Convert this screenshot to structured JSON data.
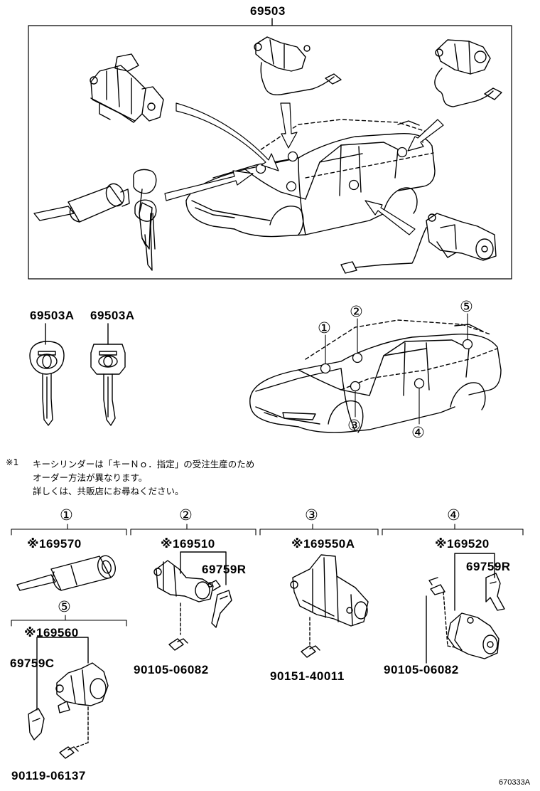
{
  "top_part": "69503",
  "key_labels": [
    "69503A",
    "69503A"
  ],
  "note": {
    "mark": "※1",
    "lines": [
      "キーシリンダーは「キーＮｏ．指定」の受注生産のため",
      "オーダー方法が異なります。",
      "詳しくは、共販店にお尋ねください。"
    ]
  },
  "location_markers": [
    "①",
    "②",
    "③",
    "④",
    "⑤"
  ],
  "sections": {
    "s1": {
      "marker": "①",
      "part": "※169570"
    },
    "s2": {
      "marker": "②",
      "part": "※169510",
      "clip": "69759R",
      "bolt": "90105-06082"
    },
    "s3": {
      "marker": "③",
      "part": "※169550A",
      "bolt": "90151-40011"
    },
    "s4": {
      "marker": "④",
      "part": "※169520",
      "clip": "69759R",
      "bolt": "90105-06082"
    },
    "s5": {
      "marker": "⑤",
      "part": "※169560",
      "clip": "69759C",
      "bolt": "90119-06137"
    }
  },
  "figure_code": "670333A"
}
